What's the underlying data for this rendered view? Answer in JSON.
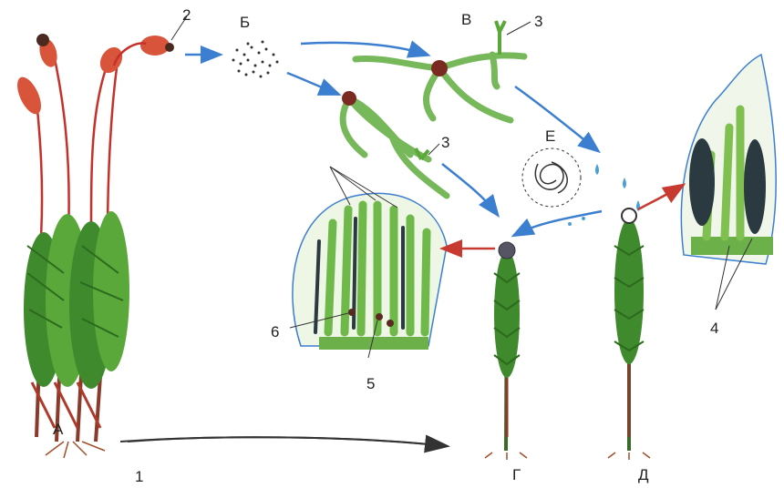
{
  "labels": {
    "A": "А",
    "B": "Б",
    "V": "В",
    "G": "Г",
    "D": "Д",
    "E": "Е",
    "n1": "1",
    "n2": "2",
    "n3a": "3",
    "n3b": "3",
    "n4": "4",
    "n5": "5",
    "n6": "6"
  },
  "colors": {
    "stem_green": "#3f8a2c",
    "leaf_green": "#5aa83a",
    "capsule": "#d8543a",
    "seta": "#c6302a",
    "arrow_blue": "#3c7fd0",
    "arrow_red": "#c83a30",
    "protonema": "#76b85a"
  }
}
